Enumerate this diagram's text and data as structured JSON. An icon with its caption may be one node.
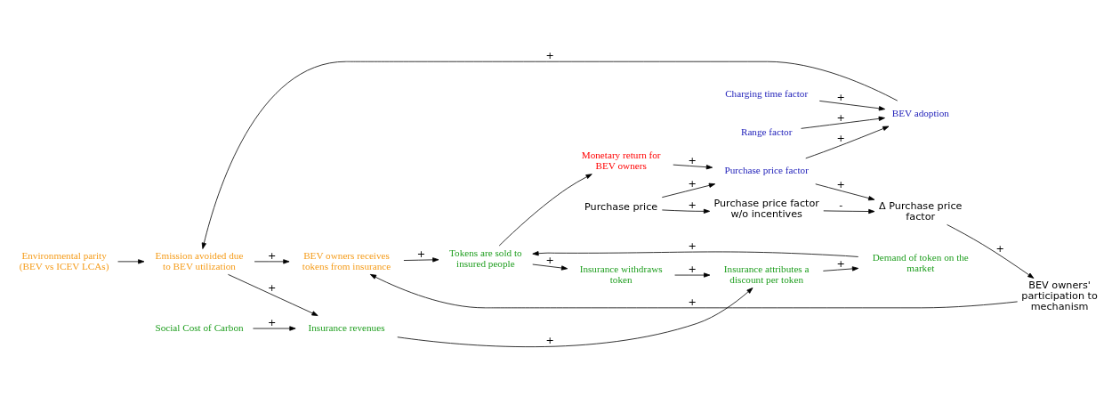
{
  "diagram": {
    "nodes": [
      {
        "text": [
          "Emission avoided due to BEV utilization"
        ]
      },
      {
        "text": [
          "BEV owners receives tokens from insurance"
        ]
      },
      {
        "text": [
          "Insurance attributes a discount per token"
        ]
      },
      {
        "text": [
          "Insurance revenues"
        ]
      },
      {
        "text": [
          "BEV adoption"
        ]
      },
      {
        "text": [
          "Environmental parity (BEV vs ICEV LCAs)"
        ]
      },
      {
        "text": [
          "Purchase price factor"
        ]
      },
      {
        "text": [
          "Demand of token on the market"
        ]
      },
      {
        "text": [
          "Social Cost of Carbon"
        ]
      },
      {
        "text": [
          "Charging time factor"
        ]
      },
      {
        "text": [
          "Range factor"
        ]
      },
      {
        "text": [
          "BEV owners' participation to mechanism"
        ]
      },
      {
        "text": [
          "Δ Purchase price factor"
        ]
      },
      {
        "text": [
          "Tokens are sold to insured people"
        ]
      },
      {
        "text": [
          "Insurance withdraws token"
        ]
      },
      {
        "text": [
          "Purchase price"
        ]
      },
      {
        "text": [
          "Purchase price factor w/o incentives"
        ]
      },
      {
        "text": [
          "Monetary return for BEV owners"
        ]
      }
    ],
    "edges": [
      {
        "from": 9,
        "to": 4,
        "arrow": "to",
        "label": "+"
      },
      {
        "from": 10,
        "to": 4,
        "arrow": "to",
        "label": "+"
      },
      {
        "from": 6,
        "to": 4,
        "arrow": "to",
        "label": "+"
      },
      {
        "from": 4,
        "to": 0,
        "arrow": "to",
        "label": "+"
      },
      {
        "from": 5,
        "to": 0,
        "arrow": "to"
      },
      {
        "from": 0,
        "to": 1,
        "arrow": "to",
        "label": "+"
      },
      {
        "from": 0,
        "to": 3,
        "arrow": "to",
        "label": "+"
      },
      {
        "from": 15,
        "to": 6,
        "arrow": "to",
        "label": "+"
      },
      {
        "from": 17,
        "to": 6,
        "arrow": "to",
        "label": "+"
      },
      {
        "from": 6,
        "to": 12,
        "arrow": "to",
        "label": "+"
      },
      {
        "from": 15,
        "to": 16,
        "arrow": "to",
        "label": "+"
      },
      {
        "from": 16,
        "to": 12,
        "arrow": "to",
        "label": "-"
      },
      {
        "from": 12,
        "to": 11,
        "arrow": "to",
        "label": "+"
      },
      {
        "from": 11,
        "to": 1,
        "arrow": "to",
        "label": "+"
      },
      {
        "from": 1,
        "to": 13,
        "arrow": "to",
        "label": "+"
      },
      {
        "from": 13,
        "to": 17,
        "arrow": "to"
      },
      {
        "from": 3,
        "to": 2,
        "arrow": "to",
        "label": "+"
      },
      {
        "from": 8,
        "to": 3,
        "arrow": "to",
        "label": "+"
      },
      {
        "from": 2,
        "to": 7,
        "arrow": "to",
        "label": "+"
      },
      {
        "from": 7,
        "to": 13,
        "arrow": "to",
        "label": "+"
      },
      {
        "from": 13,
        "to": 14,
        "arrow": "to",
        "label": "+"
      },
      {
        "from": 14,
        "to": 2,
        "arrow": "to",
        "label": "+"
      }
    ]
  }
}
